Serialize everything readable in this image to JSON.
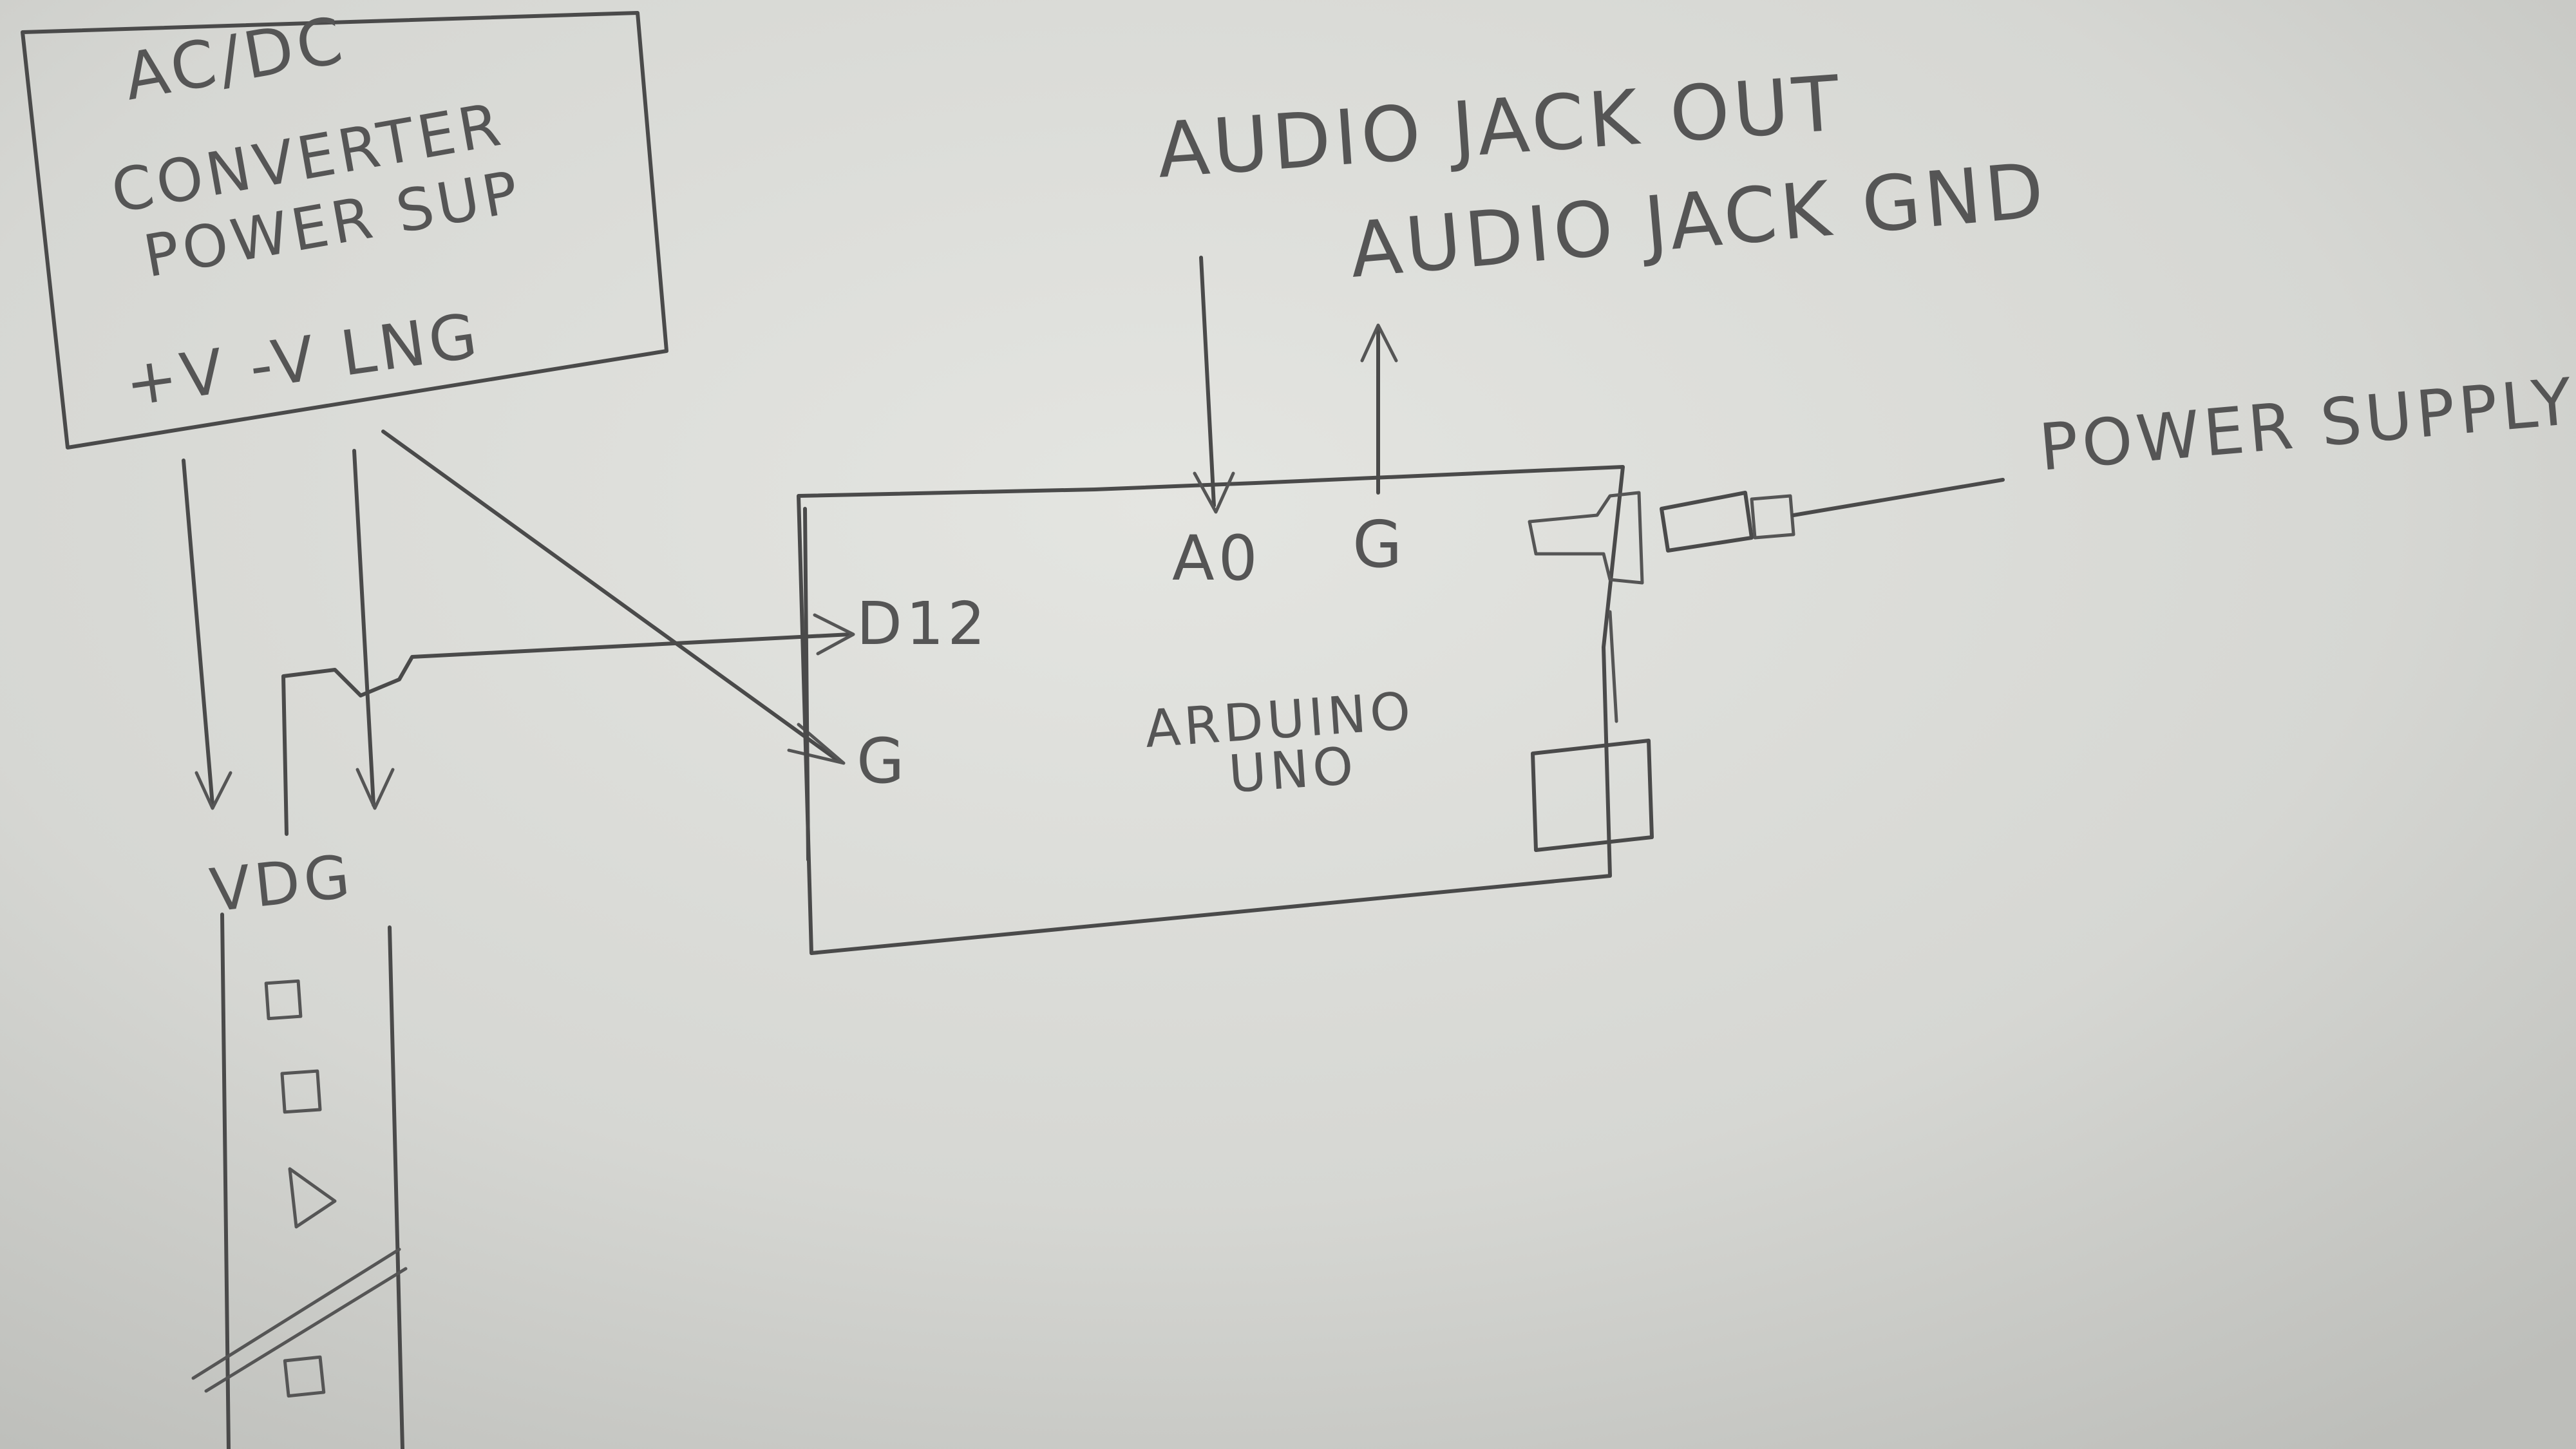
{
  "colors": {
    "paper": "#d4d5d1",
    "ink": "#4a4a4a"
  },
  "converter": {
    "line1": "AC/DC",
    "line2": "CONVERTER",
    "line3": "POWER SUP",
    "terminals": "+V -V LNG"
  },
  "arduino": {
    "line1": "ARDUINO",
    "line2": "UNO",
    "pin_d12": "D12",
    "pin_g_left": "G",
    "pin_a0": "A0",
    "pin_g_top": "G"
  },
  "audio": {
    "out": "AUDIO JACK OUT",
    "gnd": "AUDIO JACK GND"
  },
  "power_supply": "POWER SUPPLY",
  "strip": {
    "header": "VDG"
  }
}
